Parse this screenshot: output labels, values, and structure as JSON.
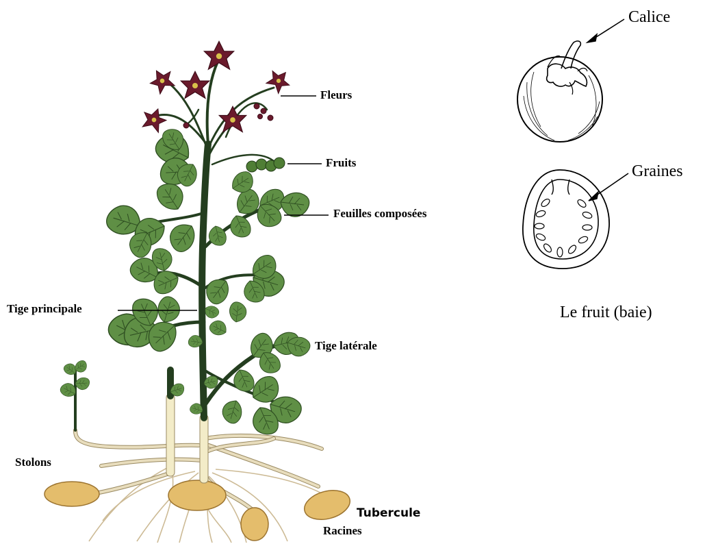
{
  "plant_labels": {
    "fleurs": "Fleurs",
    "fruits": "Fruits",
    "feuilles": "Feuilles composées",
    "tige_principale": "Tige principale",
    "tige_laterale": "Tige latérale",
    "stolons": "Stolons",
    "tubercule": "Tubercule",
    "racines": "Racines"
  },
  "fruit_labels": {
    "calice": "Calice",
    "graines": "Graines",
    "caption": "Le fruit (baie)"
  },
  "colors": {
    "leaf": "#5f8f45",
    "flower": "#6a1a2c",
    "tuber": "#e4bd6c"
  }
}
